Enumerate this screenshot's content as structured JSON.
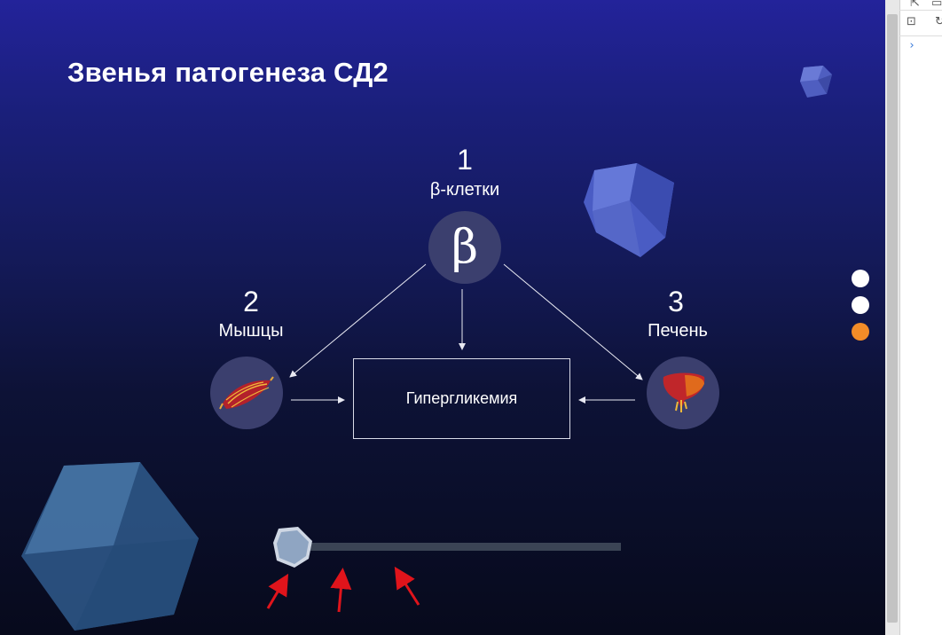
{
  "slide": {
    "title": "Звенья патогенеза СД2",
    "nodes": {
      "beta": {
        "number": "1",
        "label": "β-клетки",
        "symbol": "β"
      },
      "muscle": {
        "number": "2",
        "label": "Мышцы"
      },
      "liver": {
        "number": "3",
        "label": "Печень"
      }
    },
    "center_box": "Гипергликемия",
    "pagination": {
      "dots": [
        {
          "state": "inactive",
          "color": "#ffffff"
        },
        {
          "state": "inactive",
          "color": "#ffffff"
        },
        {
          "state": "active",
          "color": "#f28c28"
        }
      ]
    },
    "colors": {
      "accent": "#f28c28",
      "circle_bg": "#3b3f6e",
      "annotation_arrow": "#e0141b"
    },
    "slider": {
      "progress": 0
    }
  },
  "devtools": {
    "icons": [
      "cursor-icon",
      "element-icon",
      "play-panel-icon",
      "refresh-icon"
    ],
    "prompt": "›"
  }
}
